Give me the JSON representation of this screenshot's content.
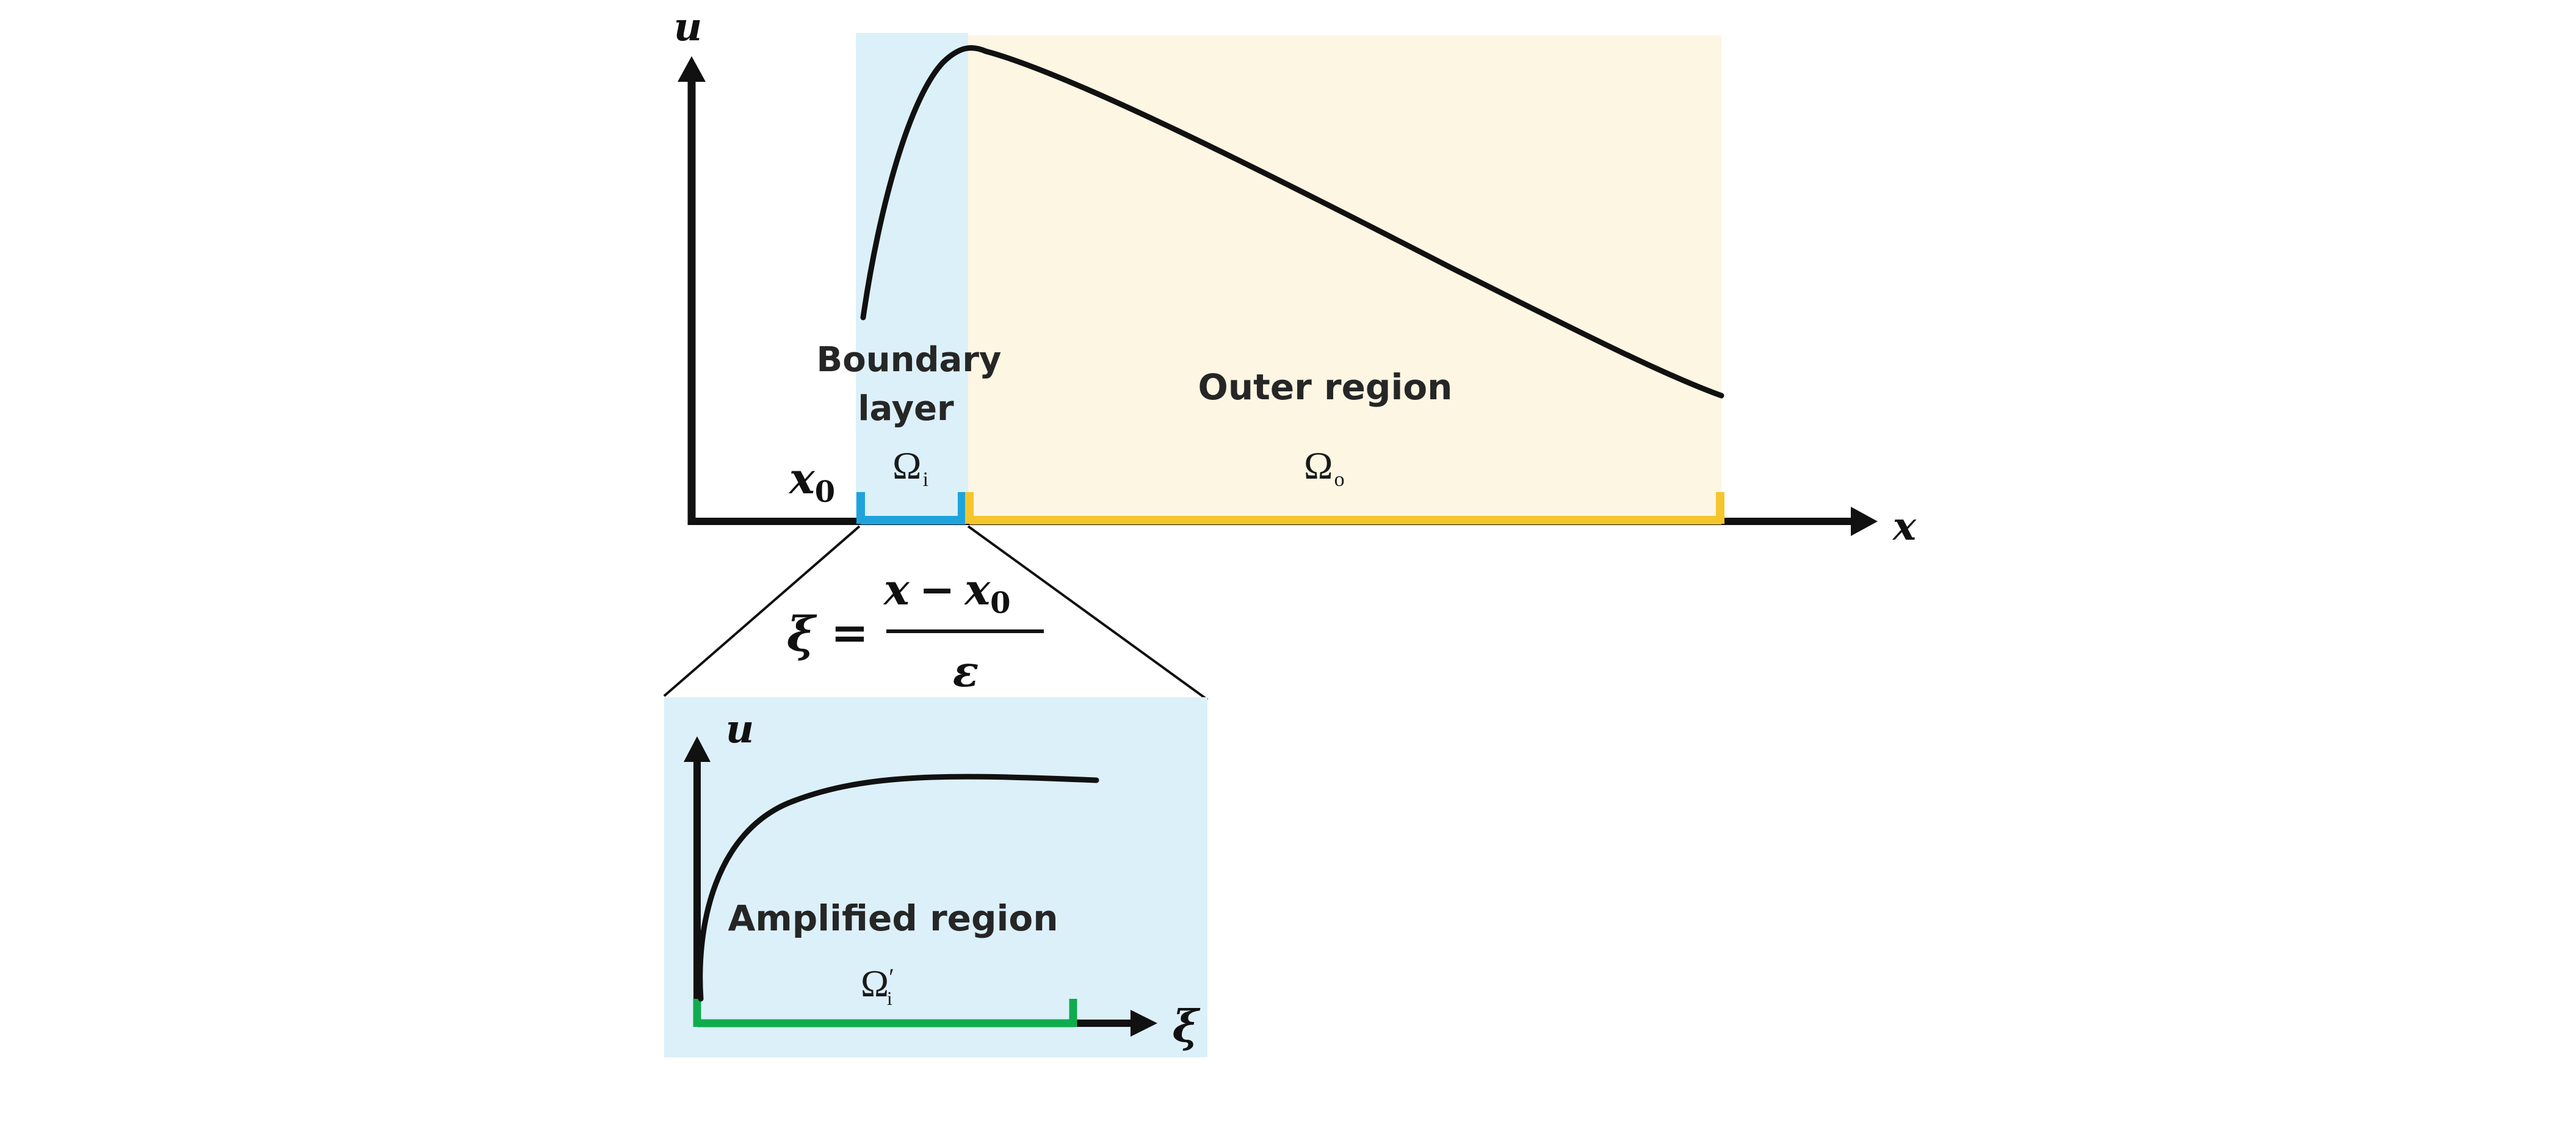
{
  "colors": {
    "boundary_fill": "#dcf0f9",
    "outer_fill": "#fdf6e3",
    "boundary_bar": "#1fa3dd",
    "outer_bar": "#f5c52c",
    "amplified_bar": "#0fac4e",
    "curve": "#111111",
    "axis": "#111111"
  },
  "main": {
    "y_axis_label": "u",
    "x_axis_label": "x",
    "x0_label": "x",
    "x0_subscript": "0",
    "boundary_label_line1": "Boundary",
    "boundary_label_line2": "layer",
    "boundary_omega": "Ω",
    "boundary_omega_sub": "i",
    "outer_label": "Outer region",
    "outer_omega": "Ω",
    "outer_omega_sub": "o"
  },
  "transform": {
    "lhs": "ξ",
    "equals": "=",
    "numerator_var": "x",
    "minus": "−",
    "numerator_x0": "x",
    "numerator_x0_sub": "0",
    "denominator": "ε"
  },
  "inset": {
    "y_axis_label": "u",
    "x_axis_label": "ξ",
    "label": "Amplified region",
    "omega": "Ω",
    "omega_prime": "′",
    "omega_sub": "i"
  }
}
